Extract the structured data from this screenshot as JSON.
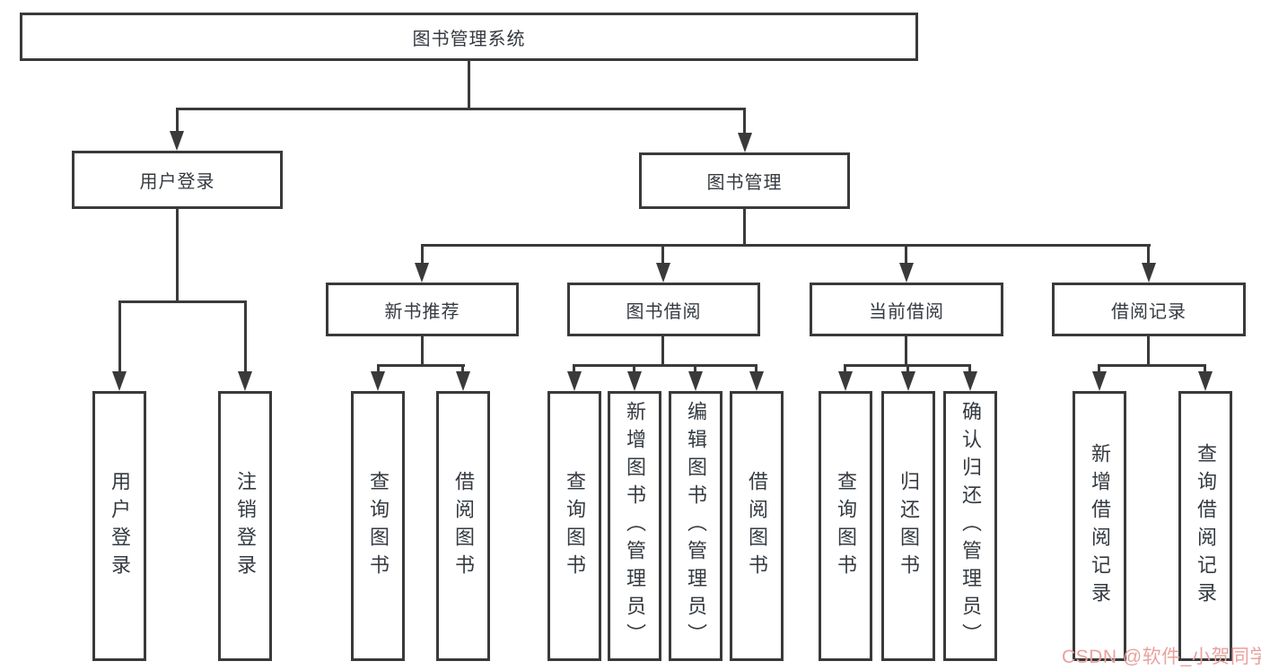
{
  "tree": {
    "root": {
      "label": "图书管理系统"
    },
    "groups": [
      {
        "label": "用户登录",
        "leaves": [
          {
            "label": "用户登录"
          },
          {
            "label": "注销登录"
          }
        ]
      },
      {
        "label": "图书管理",
        "subgroups": [
          {
            "label": "新书推荐",
            "leaves": [
              {
                "label": "查询图书"
              },
              {
                "label": "借阅图书"
              }
            ]
          },
          {
            "label": "图书借阅",
            "leaves": [
              {
                "label": "查询图书"
              },
              {
                "label": "新增图书（管理员）"
              },
              {
                "label": "编辑图书（管理员）"
              },
              {
                "label": "借阅图书"
              }
            ]
          },
          {
            "label": "当前借阅",
            "leaves": [
              {
                "label": "查询图书"
              },
              {
                "label": "归还图书"
              },
              {
                "label": "确认归还（管理员）"
              }
            ]
          },
          {
            "label": "借阅记录",
            "leaves": [
              {
                "label": "新增借阅记录"
              },
              {
                "label": "查询借阅记录"
              }
            ]
          }
        ]
      }
    ]
  },
  "watermark": {
    "text": "CSDN @软件_小贺同学",
    "color": "#e8a29d"
  },
  "colors": {
    "line": "#3a3a3a",
    "text": "#343a40",
    "background": "#ffffff"
  }
}
